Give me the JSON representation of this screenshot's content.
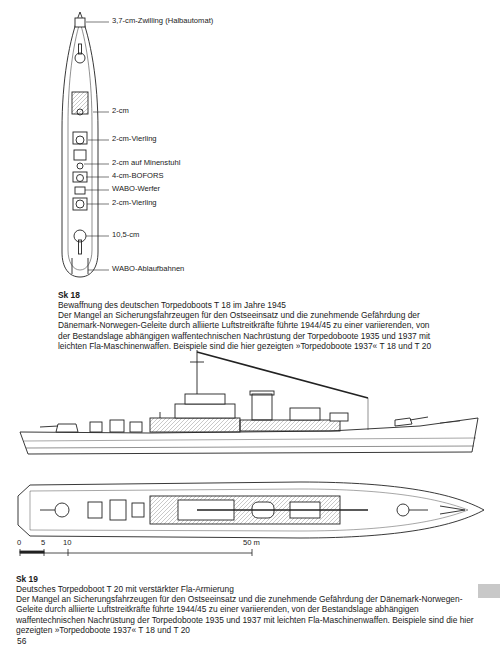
{
  "diagram": {
    "labels": [
      "3,7-cm-Zwilling (Halbautomat)",
      "2-cm",
      "2-cm-Vierling",
      "2-cm auf Minenstuhl",
      "4-cm-BOFORS",
      "WABO-Werfer",
      "2-cm-Vierling",
      "10,5-cm",
      "WABO-Ablaufbahnen",
      "Sk 18",
      "Bewaffnung des deutschen Torpedoboots T 18 im Jahre 1945",
      "Der Mangel an Sicherungsfahrzeugen für den Ostseeinsatz und die zunehmende Gefährdung der Dänemark-Norwegen-Geleite durch alliierte Luftstreitkräfte führte 1944/45 zu einer variierenden, von der Bestandslage abhängigen waffentechnischen Nachrüstung der Torpedoboote 1935 und 1937 mit leichten Fla-Maschinenwaffen. Beispiele sind die hier gezeigten »Torpedoboote 1937« T 18 und T 20",
      "0",
      "5",
      "10",
      "50 m",
      "Sk 19",
      "Deutsches Torpedoboot T 20 mit verstärkter Fla-Armierung",
      "Der Mangel an Sicherungsfahrzeugen für den Ostseeinsatz und die zunehmende Gefährdung der Dänemark-Norwegen-Geleite durch alliierte Luftstreitkräfte führte 1944/45 zu einer variierenden, von der Bestandslage abhängigen waffentechnischen Nachrüstung der Torpedoboote 1935 und 1937 mit leichten Fla-Maschinenwaffen. Beispiele sind die hier gezeigten »Torpedoboote 1937« T 18 und T 20",
      "56"
    ]
  }
}
